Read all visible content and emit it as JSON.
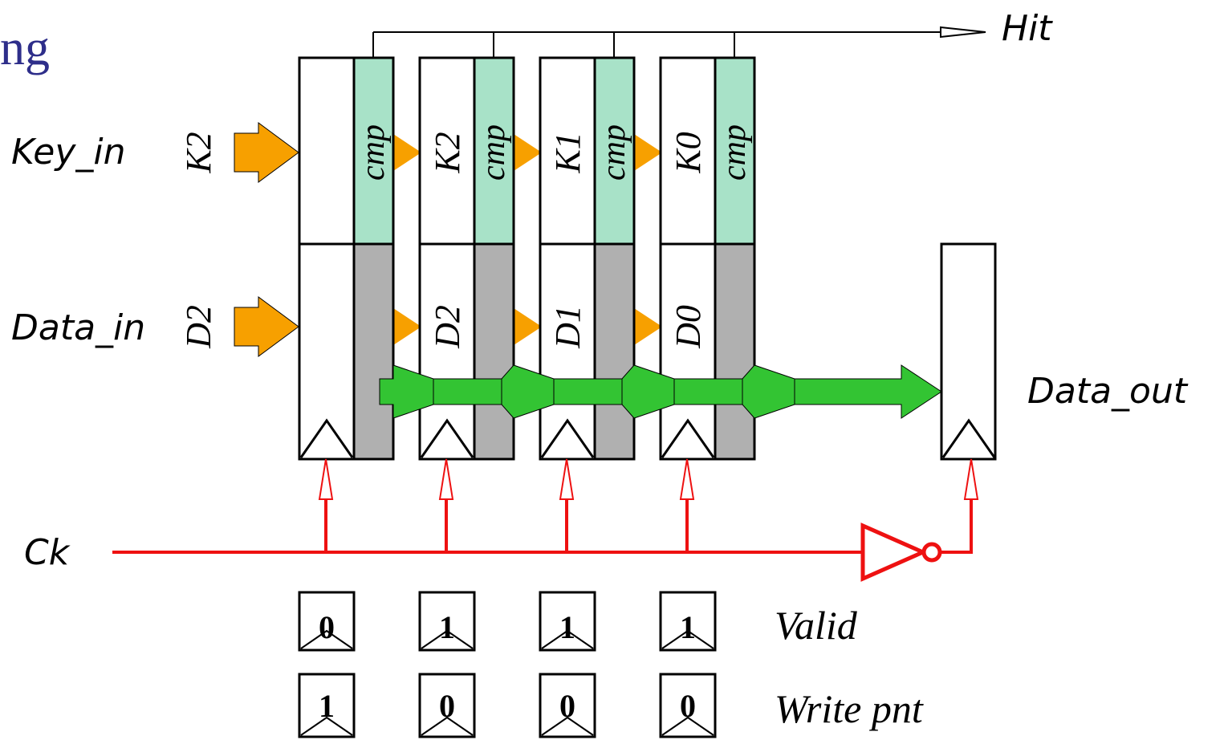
{
  "heading_fragment": "ng",
  "labels": {
    "hit": "Hit",
    "key_in": "Key_in",
    "data_in": "Data_in",
    "data_out": "Data_out",
    "ck": "Ck",
    "valid": "Valid",
    "write_pnt": "Write pnt"
  },
  "input_key": "K2",
  "input_data": "D2",
  "cells": [
    {
      "key": "",
      "data": "",
      "cmp": "cmp",
      "valid": "0",
      "write_pnt": "1"
    },
    {
      "key": "K2",
      "data": "D2",
      "cmp": "cmp",
      "valid": "1",
      "write_pnt": "0"
    },
    {
      "key": "K1",
      "data": "D1",
      "cmp": "cmp",
      "valid": "1",
      "write_pnt": "0"
    },
    {
      "key": "K0",
      "data": "D0",
      "cmp": "cmp",
      "valid": "1",
      "write_pnt": "0"
    }
  ],
  "colors": {
    "heading": "#2e2e8a",
    "cmp_fill": "#a8e2c8",
    "gray_fill": "#b0b0b0",
    "orange_arrow": "#f7a000",
    "green_bus": "#33c433",
    "clock": "#ee1111"
  }
}
